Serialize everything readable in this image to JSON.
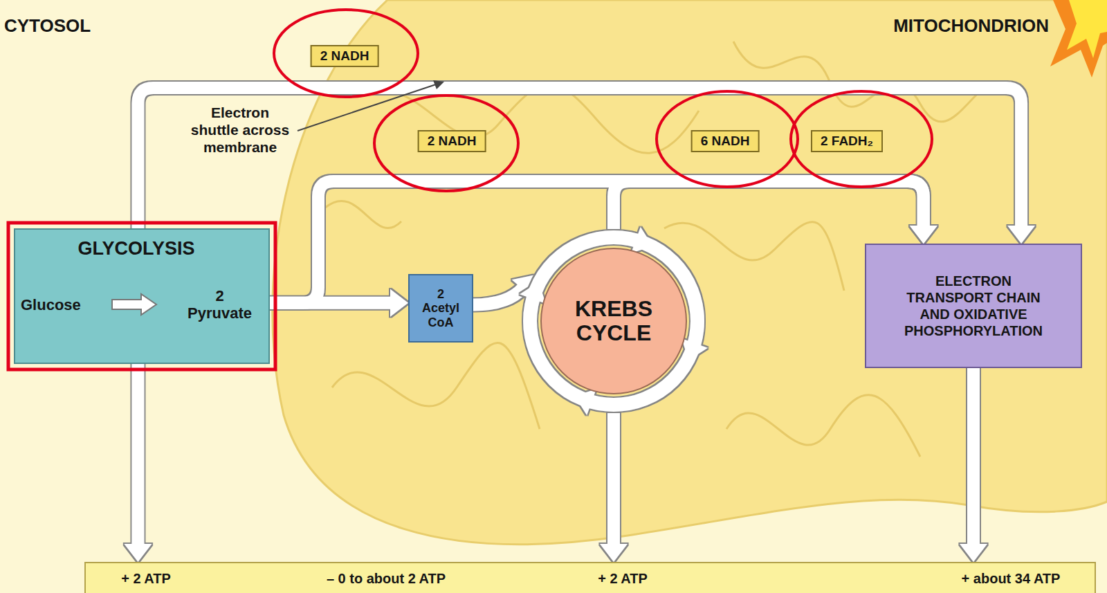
{
  "diagram": {
    "nodes": [
      {
        "text": [
          "GLYCOLYSIS",
          "Glucose",
          "2 Pyruvate"
        ]
      },
      {
        "text": [
          "2 Acetyl CoA"
        ]
      },
      {
        "text": [
          "KREBS CYCLE"
        ]
      },
      {
        "text": [
          "ELECTRON TRANSPORT CHAIN AND OXIDATIVE PHOSPHORYLATION"
        ]
      },
      {
        "text": [
          "+ 2 ATP",
          "– 0 to about 2 ATP",
          "+ 2 ATP",
          "+ about 34 ATP"
        ]
      }
    ],
    "edges": [
      {
        "from": 0,
        "to": 3,
        "arrow": "to",
        "label": "2 NADH"
      },
      {
        "from": 0,
        "to": 1,
        "arrow": "to"
      },
      {
        "from": 0,
        "to": 3,
        "arrow": "to",
        "label": "2 NADH"
      },
      {
        "from": 1,
        "to": 2,
        "arrow": "to"
      },
      {
        "from": 2,
        "to": 3,
        "arrow": "to",
        "label": "6 NADH"
      },
      {
        "from": 0,
        "to": 4,
        "arrow": "to"
      },
      {
        "from": 2,
        "to": 4,
        "arrow": "to"
      },
      {
        "from": 3,
        "to": 4,
        "arrow": "to"
      }
    ],
    "labels": [
      "CYTOSOL",
      "MITOCHONDRION",
      "Electron shuttle across membrane",
      "2 FADH₂"
    ]
  }
}
